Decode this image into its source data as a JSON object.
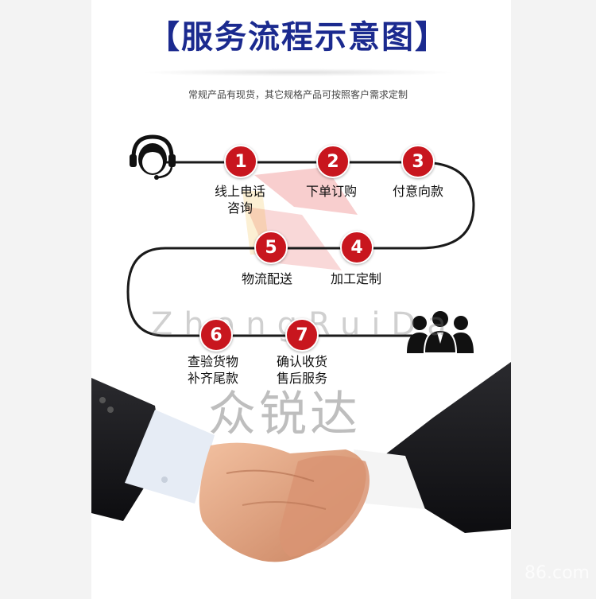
{
  "title": "【服务流程示意图】",
  "subtitle": "常规产品有现货，其它规格产品可按照客户需求定制",
  "steps": [
    {
      "num": "1",
      "line1": "线上电话",
      "line2": "咨询"
    },
    {
      "num": "2",
      "line1": "下单订购",
      "line2": ""
    },
    {
      "num": "3",
      "line1": "付意向款",
      "line2": ""
    },
    {
      "num": "4",
      "line1": "加工定制",
      "line2": ""
    },
    {
      "num": "5",
      "line1": "物流配送",
      "line2": ""
    },
    {
      "num": "6",
      "line1": "查验货物",
      "line2": "补齐尾款"
    },
    {
      "num": "7",
      "line1": "确认收货",
      "line2": "售后服务"
    }
  ],
  "watermark": {
    "latin": "ZhongRuiDa",
    "chinese": "众锐达"
  },
  "corner_text": "86.com",
  "colors": {
    "title": "#1b2a8f",
    "accent": "#c8161e",
    "line": "#1a1a1a"
  },
  "icons": {
    "support": "headset-agent-icon",
    "customers": "customer-group-icon",
    "handshake": "handshake-photo"
  }
}
